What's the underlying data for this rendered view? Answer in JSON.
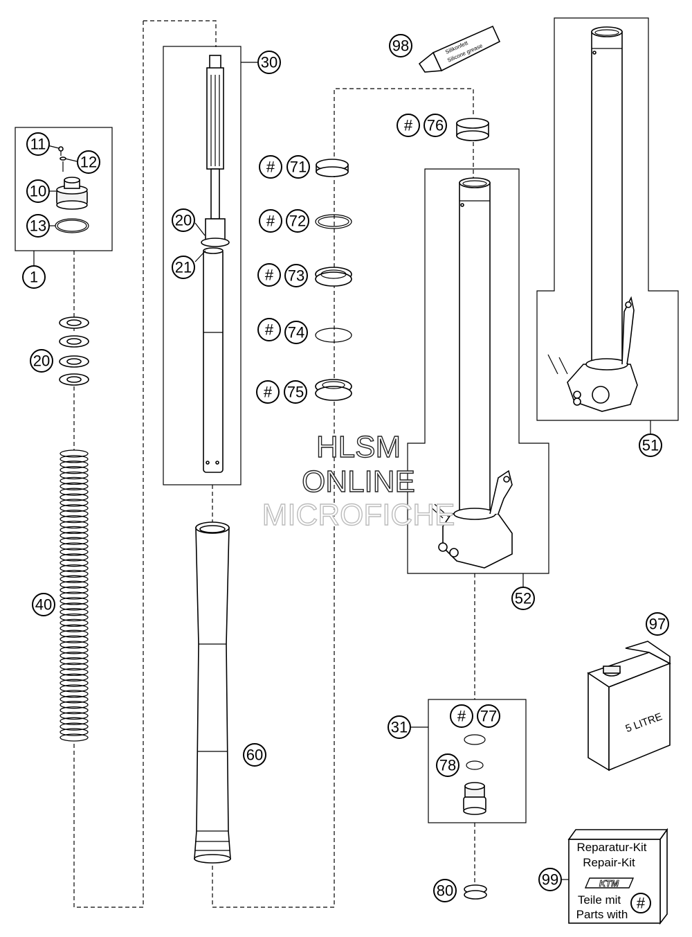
{
  "callouts": {
    "c1": "1",
    "c10": "10",
    "c11": "11",
    "c12": "12",
    "c13": "13",
    "c20a": "20",
    "c20b": "20",
    "c21": "21",
    "c30": "30",
    "c31": "31",
    "c40": "40",
    "c51": "51",
    "c52": "52",
    "c60": "60",
    "c71": "71",
    "c72": "72",
    "c73": "73",
    "c74": "74",
    "c75": "75",
    "c76": "76",
    "c77": "77",
    "c78": "78",
    "c80": "80",
    "c97": "97",
    "c98": "98",
    "c99": "99"
  },
  "hash_symbol": "#",
  "watermark": {
    "line1": "HLSM",
    "line2": "ONLINE",
    "line3": "MICROFICHE"
  },
  "grease_tube": {
    "label1": "Silikonfett",
    "label2": "Silicone grease"
  },
  "oil_can": {
    "label": "5 LITRE"
  },
  "repair_kit": {
    "line1": "Reparatur-Kit",
    "line2": "Repair-Kit",
    "brand": "KTM",
    "line3": "Teile mit",
    "line4": "Parts with"
  }
}
